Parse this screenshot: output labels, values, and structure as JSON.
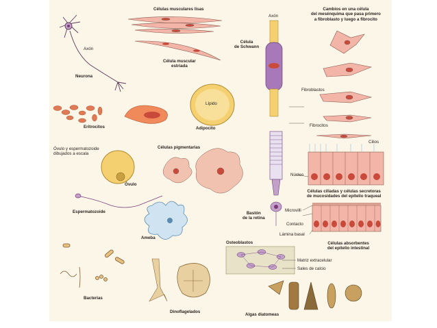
{
  "labels": {
    "celulas_musculares_lisas": "Células musculares lisas",
    "axon_top": "Axón",
    "cambios": [
      "Cambios en una célula",
      "del mesénquima que pasa primero",
      "a fibroblasto y luego a fibrocito"
    ],
    "axon_neuron": "Axón",
    "neurona": "Neurona",
    "celula_muscular_estriada": [
      "Célula muscular",
      "estriada"
    ],
    "celula_schwann": [
      "Célula",
      "de Schwann"
    ],
    "fibroblastos": "Fibroblastos",
    "lipido": "Lípido",
    "eritrocitos": "Eritrocitos",
    "adipocito": "Adipocito",
    "fibrocitos": "Fibrocitos",
    "cilios": "Cilios",
    "ovulo_espermatozoide": [
      "Óvulo y espermatozoide",
      "dibujados a escala"
    ],
    "celulas_pigmentarias": "Células pigmentarias",
    "nucleo": "Núcleo",
    "celulas_ciliadas": [
      "Células ciliadas y células secretoras",
      "de mucosidades del epitelio traqueal"
    ],
    "ovulo": "Óvulo",
    "espermatozoide": "Espermatozoide",
    "baston": [
      "Bastón",
      "de la retina"
    ],
    "microvilli": "Microvilli",
    "contacto": "Contacto",
    "lamina_basal": "Lámina basal",
    "ameba": "Ameba",
    "celulas_absorbentes": [
      "Células absorbentes",
      "del epitelio intestinal"
    ],
    "osteoblastos": "Osteoblastos",
    "matriz": "Matriz extracelular",
    "sales": "Sales de calcio",
    "bacterias": "Bacterias",
    "dinoflagelados": "Dinoflagelados",
    "algas": "Algas diatomeas"
  },
  "colors": {
    "background": "#fbf6e8",
    "cytoplasm_pink": "#f2b5a8",
    "nucleus_red": "#c94a3a",
    "erythrocyte": "#e07a55",
    "lipid_yellow": "#f5d070",
    "schwann_purple": "#a779b8",
    "membrane_blue": "#7fb4d6",
    "diatom_brown": "#8a6a3a",
    "line": "#3a3230"
  }
}
